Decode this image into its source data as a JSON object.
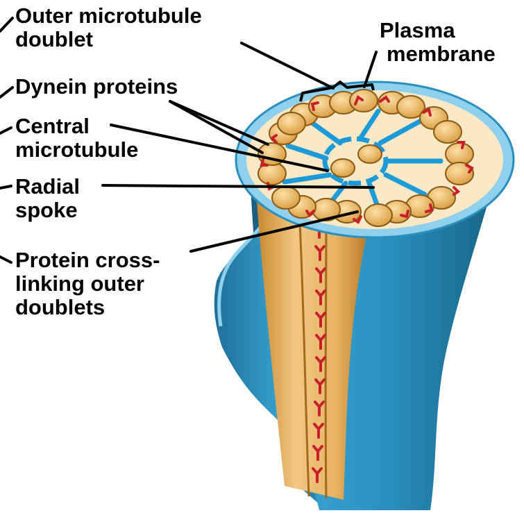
{
  "labels": {
    "outer_doublet": [
      "Outer microtubule",
      "doublet"
    ],
    "plasma_membrane": [
      "Plasma",
      "membrane"
    ],
    "dynein": [
      "Dynein proteins"
    ],
    "central": [
      "Central",
      "microtubule"
    ],
    "radial": [
      "Radial",
      "spoke"
    ],
    "crosslink": [
      "Protein cross-",
      "linking outer",
      "doublets"
    ]
  },
  "colors": {
    "membrane_blue": "#2a8fbf",
    "membrane_light": "#8fd0ec",
    "tan": "#e8b465",
    "tan_light": "#f6ddb0",
    "spoke_blue": "#1d9ad8",
    "dynein_red": "#c8202a",
    "ink": "#000000"
  }
}
